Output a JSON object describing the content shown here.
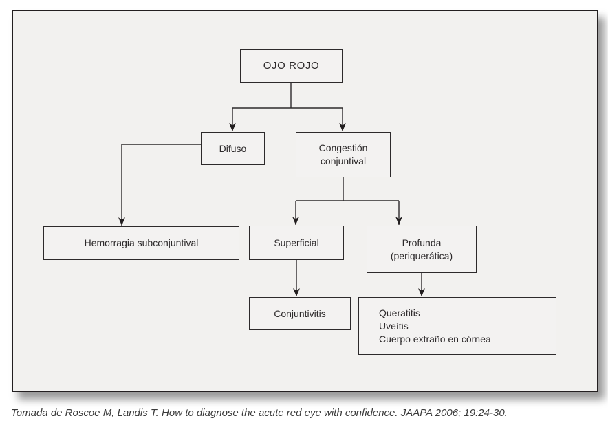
{
  "diagram": {
    "nodes": {
      "ojo_rojo": {
        "label": "OJO ROJO"
      },
      "difuso": {
        "label": "Difuso"
      },
      "congestion": {
        "line1": "Congestión",
        "line2": "conjuntival"
      },
      "hemorragia": {
        "label": "Hemorragia subconjuntival"
      },
      "superficial": {
        "label": "Superficial"
      },
      "profunda": {
        "line1": "Profunda",
        "line2": "(periquerática)"
      },
      "conjuntivitis": {
        "label": "Conjuntivitis"
      },
      "outcomes": {
        "line1": "Queratitis",
        "line2": "Uveítis",
        "line3": "Cuerpo extraño en córnea"
      }
    },
    "caption": "Tomada de Roscoe M, Landis T. How to diagnose the acute red eye with confidence. JAAPA 2006; 19:24-30.",
    "colors": {
      "panel_background": "#f2f1ef",
      "panel_border": "#231f20",
      "box_background": "#f3f2f1",
      "box_border": "#2d2a2b",
      "connector_line": "#2d2a2b",
      "text": "#2d2a2b",
      "caption_text": "#3b3b3b"
    }
  }
}
